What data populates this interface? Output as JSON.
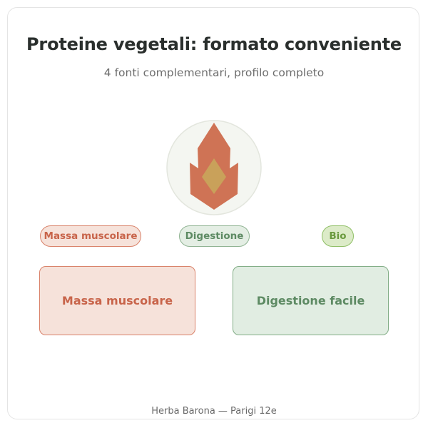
{
  "header": {
    "title": "Proteine vegetali: formato conveniente",
    "subtitle": "4 fonti complementari, profilo completo"
  },
  "emblem": {
    "icon": "flame-leaf-icon",
    "colors": {
      "circle_fill": "#f4f6f1",
      "circle_stroke": "#e3e6de",
      "flame": "#cf7355",
      "diamond": "#c9a15a"
    }
  },
  "tags": [
    {
      "label": "Massa muscolare",
      "color": "#c8644a"
    },
    {
      "label": "Digestione",
      "color": "#5d8a63"
    },
    {
      "label": "Bio",
      "color": "#6a9a3e"
    }
  ],
  "benefits": [
    {
      "label": "Massa muscolare",
      "color": "#c8644a"
    },
    {
      "label": "Digestione facile",
      "color": "#5d8a63"
    }
  ],
  "footer": {
    "text": "Herba Barona — Parigi 12e"
  }
}
